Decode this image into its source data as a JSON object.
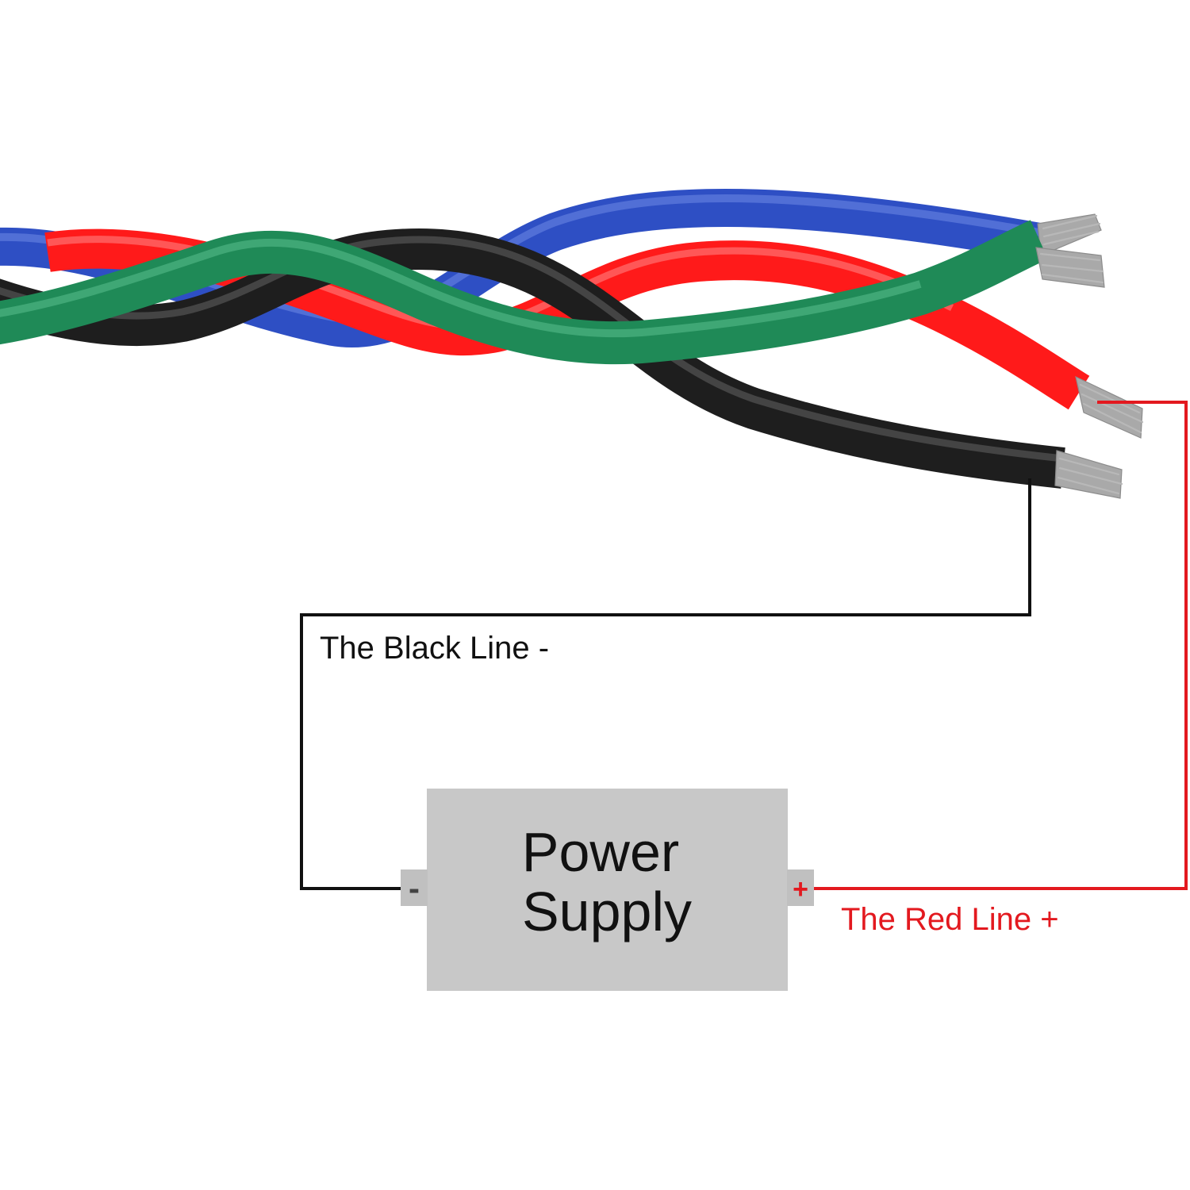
{
  "labels": {
    "black_line": "The Black Line -",
    "red_line": "The Red Line +",
    "power_supply_line1": "Power",
    "power_supply_line2": "Supply",
    "negative_terminal": "-",
    "positive_terminal": "+"
  },
  "colors": {
    "black_wire": "#1e1e1e",
    "red_wire": "#ff1a1a",
    "green_wire": "#1f8a57",
    "blue_wire": "#2e4fc4",
    "black_lead": "#111111",
    "red_lead": "#e3191f",
    "power_supply_box": "#c8c8c8",
    "terminal": "#c0c0c0",
    "red_text": "#e3191f",
    "black_text": "#111111"
  }
}
